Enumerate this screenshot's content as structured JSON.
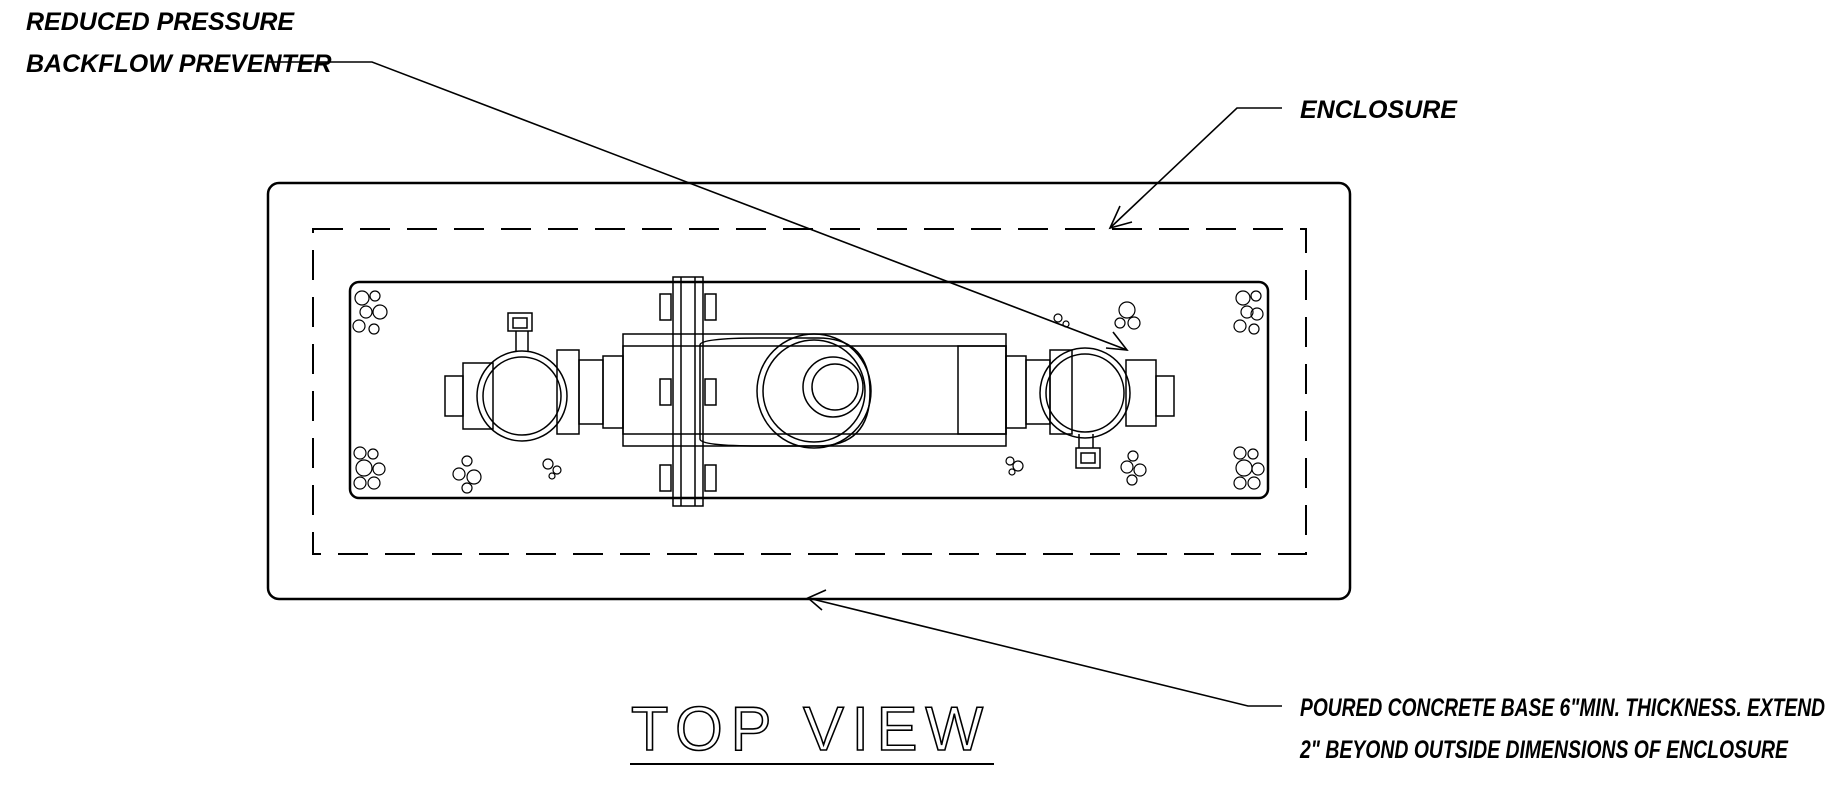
{
  "labels": {
    "backflow_line1": "REDUCED PRESSURE",
    "backflow_line2": "BACKFLOW PREVENTER",
    "enclosure": "ENCLOSURE",
    "base_line1": "POURED CONCRETE BASE 6\"MIN. THICKNESS. EXTEND",
    "base_line2": "2\" BEYOND OUTSIDE DIMENSIONS OF ENCLOSURE"
  },
  "title": "TOP VIEW",
  "colors": {
    "line": "#000000",
    "background": "#ffffff"
  }
}
